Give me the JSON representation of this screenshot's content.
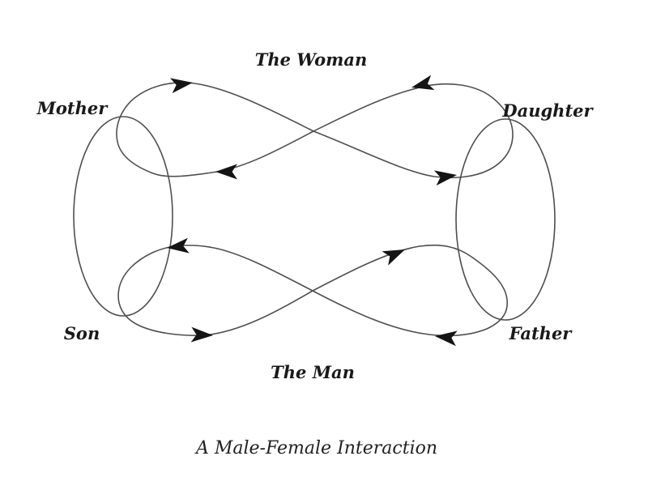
{
  "diagram": {
    "zone_top": "The Woman",
    "zone_bottom": "The Man",
    "caption": "A Male-Female Interaction",
    "nodes": {
      "top_left": "Mother",
      "top_right": "Daughter",
      "bottom_left": "Son",
      "bottom_right": "Father"
    },
    "colors": {
      "background": "#ffffff",
      "line": "#4f4f4f",
      "arrow": "#141414",
      "text": "#1a1a1a"
    }
  }
}
